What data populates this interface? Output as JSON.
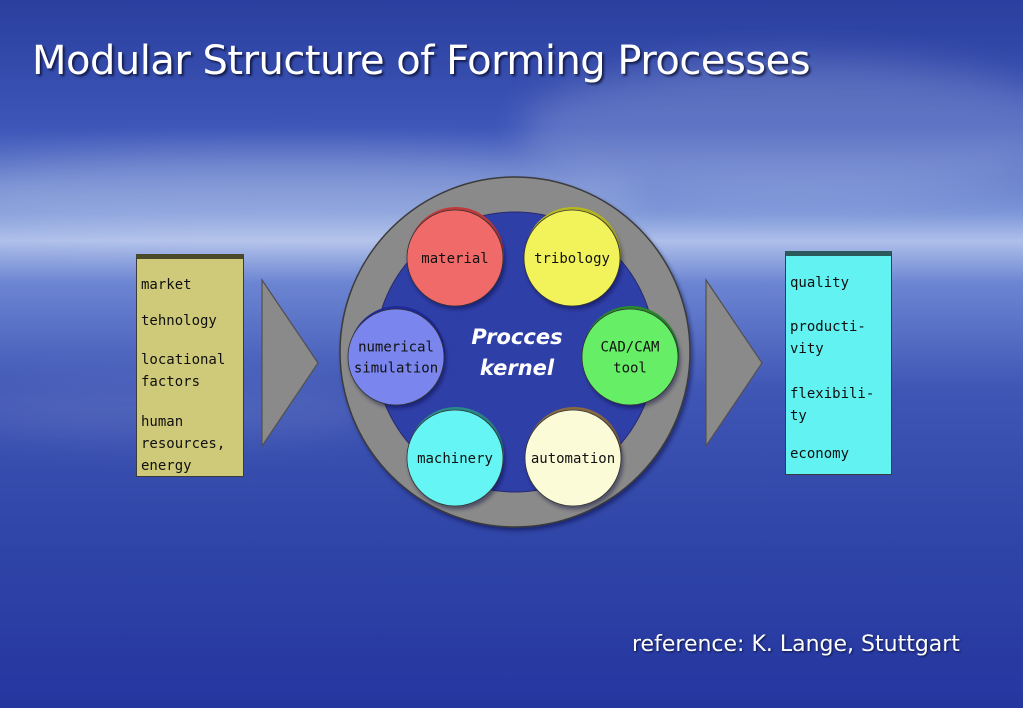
{
  "slide": {
    "title": "Modular Structure of Forming Processes",
    "reference": "reference: K. Lange, Stuttgart"
  },
  "inputs": {
    "items": [
      [
        "market"
      ],
      [
        "tehnology"
      ],
      [
        "locational",
        "factors"
      ],
      [
        "human",
        "resources,",
        "energy"
      ]
    ]
  },
  "outputs": {
    "items": [
      [
        "quality"
      ],
      [
        "producti-",
        "vity"
      ],
      [
        "flexibili-",
        "ty"
      ],
      [
        "economy"
      ]
    ]
  },
  "kernel": {
    "label_lines": [
      "Procces",
      "kernel"
    ],
    "ring_color": "#8a8a8a",
    "inner_color": "#2f3fa8"
  },
  "modules": [
    {
      "key": "material",
      "lines": [
        "material"
      ],
      "color": "#f06a6a",
      "shade": "#c03a3a"
    },
    {
      "key": "tribology",
      "lines": [
        "tribology"
      ],
      "color": "#f2f25a",
      "shade": "#b8b820"
    },
    {
      "key": "cad-cam-tool",
      "lines": [
        "CAD/CAM",
        "tool"
      ],
      "color": "#66ee66",
      "shade": "#2a8a2a"
    },
    {
      "key": "automation",
      "lines": [
        "automation"
      ],
      "color": "#fbfbd8",
      "shade": "#8a6a40"
    },
    {
      "key": "machinery",
      "lines": [
        "machinery"
      ],
      "color": "#66f5f5",
      "shade": "#2a8a8a"
    },
    {
      "key": "numerical-simulation",
      "lines": [
        "numerical",
        "simulation"
      ],
      "color": "#7a86ee",
      "shade": "#1f2a9a"
    }
  ],
  "colors": {
    "input_box": "#cfca7a",
    "output_box": "#62f2f2",
    "arrow": "#8a8a8a"
  }
}
